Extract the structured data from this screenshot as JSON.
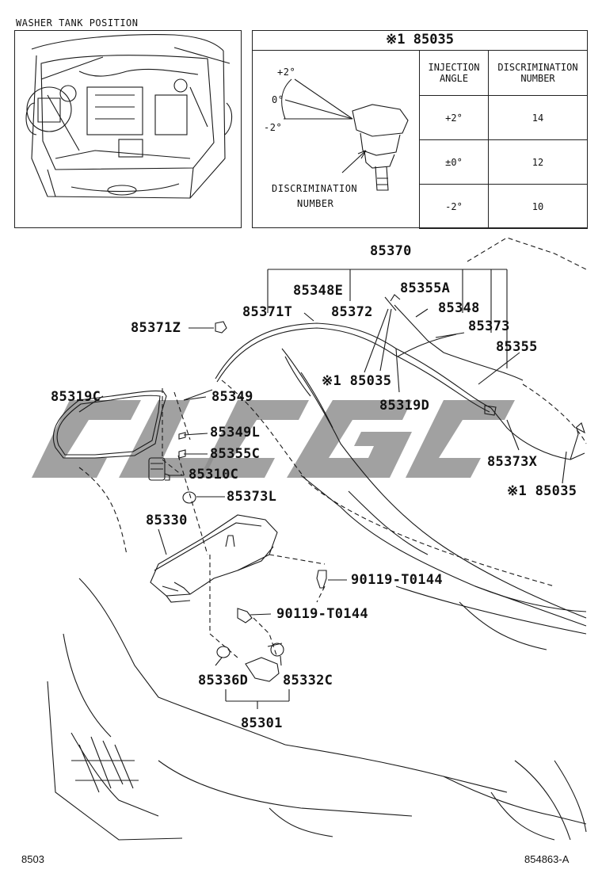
{
  "inset": {
    "caption": "WASHER TANK POSITION"
  },
  "table": {
    "title": "※1 85035",
    "col_angle": "INJECTION ANGLE",
    "col_angle_l1": "INJECTION",
    "col_angle_l2": "ANGLE",
    "col_num_l1": "DISCRIMINATION",
    "col_num_l2": "NUMBER",
    "rows": [
      {
        "angle": "+2°",
        "number": "14"
      },
      {
        "angle": "±0°",
        "number": "12"
      },
      {
        "angle": "-2°",
        "number": "10"
      }
    ],
    "nozzle": {
      "angle_plus": "+2°",
      "angle_zero": "0°",
      "angle_minus": "-2°",
      "discrim_l1": "DISCRIMINATION",
      "discrim_l2": "NUMBER"
    }
  },
  "parts": {
    "p85370": "85370",
    "p85348E": "85348E",
    "p85355A": "85355A",
    "p85371T": "85371T",
    "p85372": "85372",
    "p85348": "85348",
    "p85373": "85373",
    "p85371Z": "85371Z",
    "p85355": "85355",
    "p85035a": "※1 85035",
    "p85319C": "85319C",
    "p85349": "85349",
    "p85319D": "85319D",
    "p85349L": "85349L",
    "p85355C": "85355C",
    "p85373X": "85373X",
    "p85310C": "85310C",
    "p85035b": "※1 85035",
    "p85373L": "85373L",
    "p85330": "85330",
    "p90119a": "90119-T0144",
    "p90119b": "90119-T0144",
    "p85336D": "85336D",
    "p85332C": "85332C",
    "p85301": "85301"
  },
  "footer": {
    "left": "8503",
    "right": "854863-A"
  },
  "watermark": {
    "text": "CLCGC",
    "color": "#9a9a9a"
  }
}
